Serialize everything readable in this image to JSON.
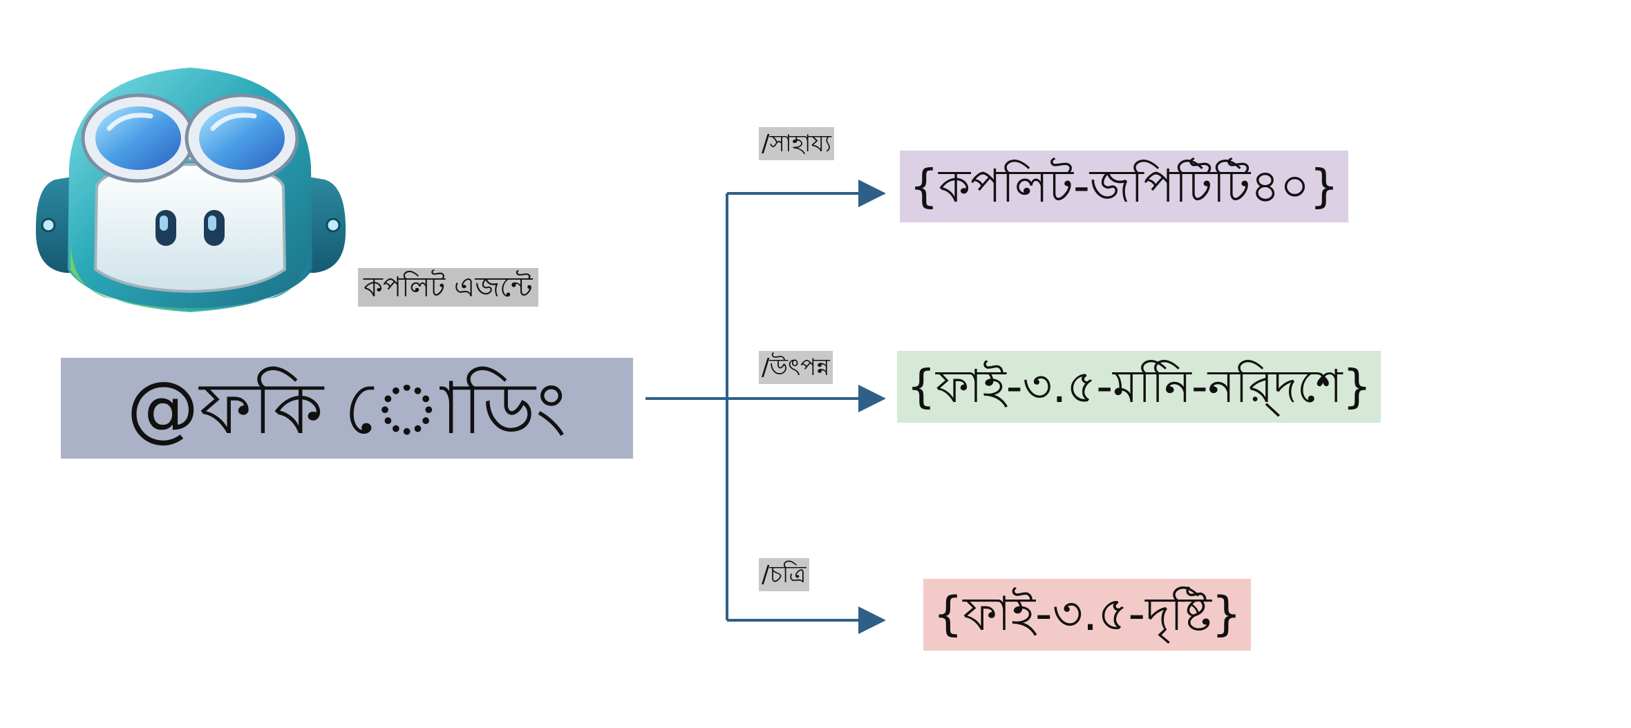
{
  "agent": {
    "mascot_icon": "copilot-mascot-icon",
    "subtitle": "কপলিট এজন্টে",
    "handle": "@ফকি োডিং"
  },
  "commands": [
    {
      "label": "/সাহায্য",
      "target": "{কপলিট-জপিটিটি৪০}",
      "target_color": "#dcd0e4"
    },
    {
      "label": "/উৎপন্ন",
      "target": "{ফাই-৩.৫-মনিি-নরি্দশে}",
      "target_color": "#d5e9d6"
    },
    {
      "label": "/চত্রি",
      "target": "{ফাই-৩.৫-দৃষ্টি}",
      "target_color": "#f2cbc8"
    }
  ],
  "colors": {
    "connector": "#2f5f86",
    "handle_bg": "#abb1c6",
    "label_bg": "#c2c2c2"
  }
}
